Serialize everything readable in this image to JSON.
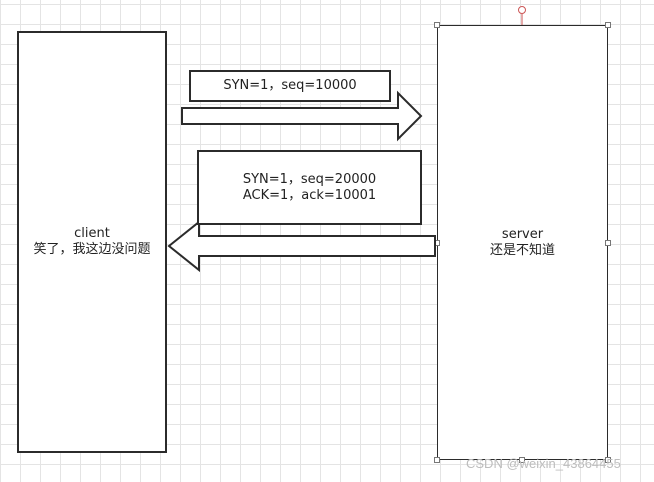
{
  "client": {
    "name": "client",
    "status": "笑了，我这边没问题"
  },
  "server": {
    "name": "server",
    "status": "还是不知道"
  },
  "messages": [
    {
      "direction": "client-to-server",
      "lines": [
        "SYN=1，seq=10000"
      ]
    },
    {
      "direction": "server-to-client",
      "lines": [
        "SYN=1，seq=20000",
        "ACK=1，ack=10001"
      ]
    }
  ],
  "watermark": "CSDN @weixin_43864455",
  "colors": {
    "stroke": "#2b2b2b",
    "grid": "#e4e4e4",
    "watermark": "#bdbdbd"
  }
}
